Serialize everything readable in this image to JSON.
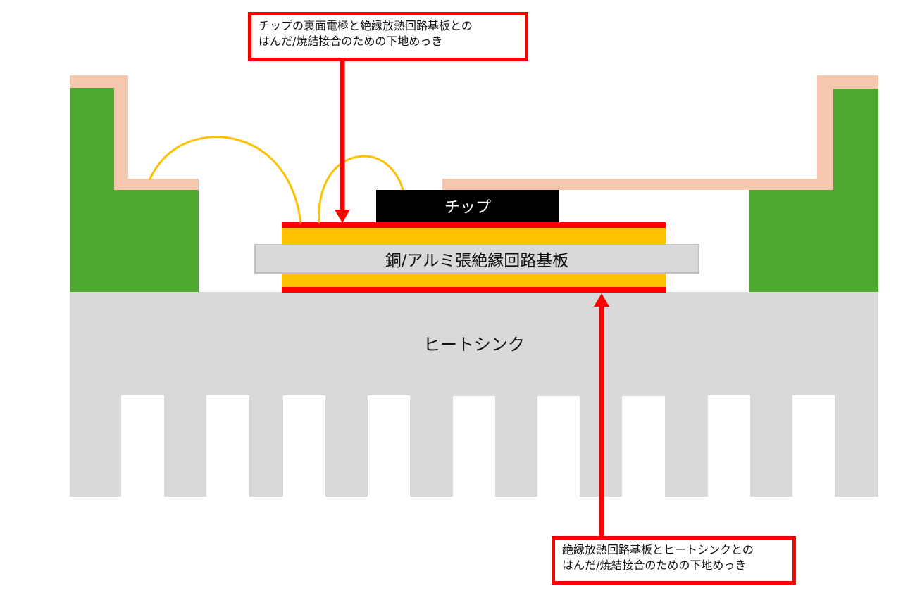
{
  "diagram": {
    "chip": {
      "label": "チップ",
      "color": "#000000"
    },
    "circuit_board": {
      "label": "銅/アルミ張絶縁回路基板",
      "color": "#D9D9D9"
    },
    "heat_sink": {
      "label": "ヒートシンク",
      "color": "#D9D9D9",
      "fin_count": 10
    },
    "housing": {
      "color": "#4EA72E",
      "lid_color": "#F5C7AE"
    },
    "plating_layers": {
      "color": "#FF0000"
    },
    "bonding_layers": {
      "color": "#FFC000"
    },
    "bond_wires": {
      "count": 2,
      "color": "#FFC000"
    }
  },
  "callouts": {
    "top": {
      "line1": "チップの裏面電極と絶縁放熱回路基板との",
      "line2": "はんだ/焼結接合のための下地めっき",
      "color": "#FF0000"
    },
    "bottom": {
      "line1": "絶縁放熱回路基板とヒートシンクとの",
      "line2": "はんだ/焼結接合のための下地めっき",
      "color": "#FF0000"
    }
  }
}
